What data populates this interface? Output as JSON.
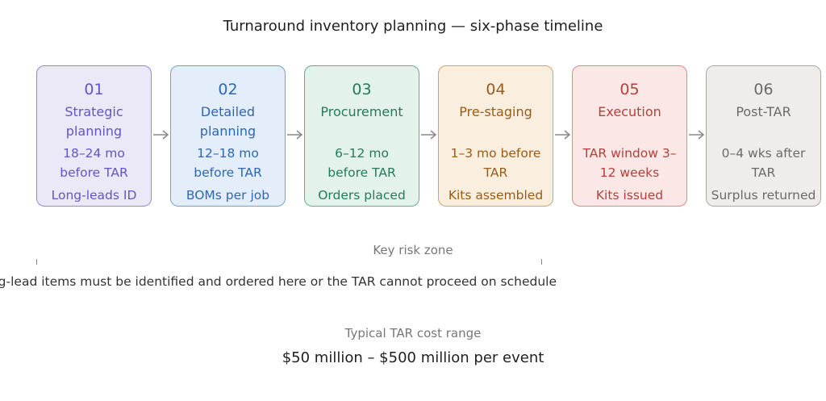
{
  "title": "Turnaround inventory planning — six-phase timeline",
  "phases": [
    {
      "number": "01",
      "name": "Strategic planning",
      "timing": "18–24 mo before TAR",
      "detail": "Long-leads ID"
    },
    {
      "number": "02",
      "name": "Detailed planning",
      "timing": "12–18 mo before TAR",
      "detail": "BOMs per job"
    },
    {
      "number": "03",
      "name": "Procurement",
      "timing": "6–12 mo before TAR",
      "detail": "Orders placed"
    },
    {
      "number": "04",
      "name": "Pre-staging",
      "timing": "1–3 mo before TAR",
      "detail": "Kits assembled"
    },
    {
      "number": "05",
      "name": "Execution",
      "timing": "TAR window 3–12 weeks",
      "detail": "Kits issued"
    },
    {
      "number": "06",
      "name": "Post-TAR",
      "timing": "0–4 wks after TAR",
      "detail": "Surplus returned"
    }
  ],
  "risk": {
    "label": "Key risk zone",
    "text": "Long-lead items must be identified and ordered here or the TAR cannot proceed on schedule"
  },
  "cost": {
    "label": "Typical TAR cost range",
    "value": "$50 million – $500 million per event"
  }
}
